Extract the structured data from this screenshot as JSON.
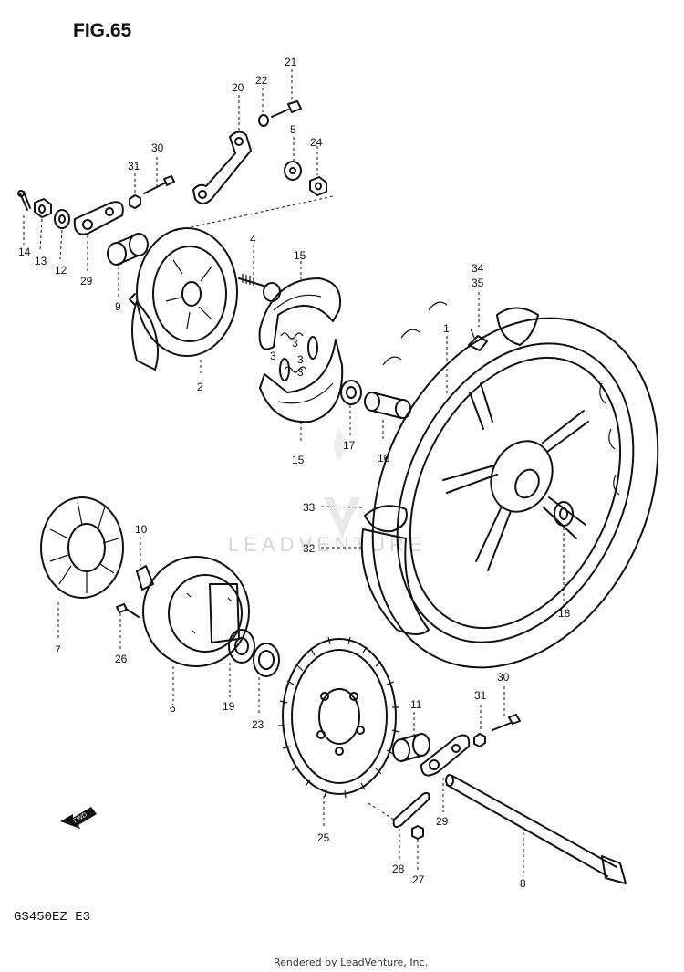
{
  "title": "FIG.65",
  "model_code": "GS450EZ  E3",
  "footer": "Rendered by LeadVenture, Inc.",
  "watermark_text": "LEADVENTURE",
  "fwd_label": "FWD",
  "callouts": [
    "1",
    "2",
    "3",
    "3",
    "3",
    "3",
    "4",
    "5",
    "6",
    "7",
    "8",
    "9",
    "10",
    "11",
    "12",
    "13",
    "14",
    "15",
    "15",
    "16",
    "17",
    "18",
    "19",
    "20",
    "21",
    "22",
    "23",
    "24",
    "25",
    "26",
    "27",
    "28",
    "29",
    "29",
    "30",
    "30",
    "31",
    "31",
    "32",
    "33",
    "34",
    "35"
  ]
}
